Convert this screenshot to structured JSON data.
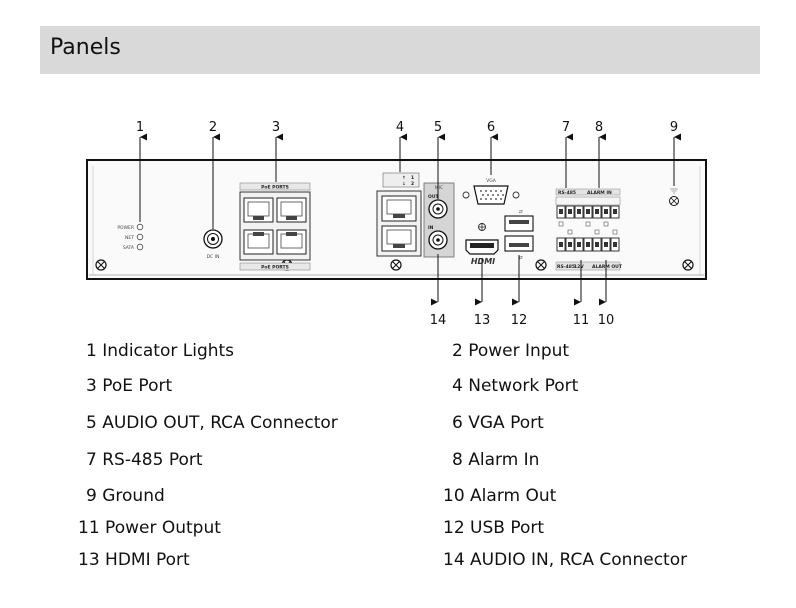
{
  "header": {
    "title": "Panels"
  },
  "panel": {
    "indicators": [
      "POWER",
      "NET",
      "SATA"
    ],
    "dc_in_label": "DC IN",
    "poe_label": "PoE PORTS",
    "mic_label": "MIC",
    "out_label": "OUT",
    "in_label": "IN",
    "vga_label": "VGA",
    "hdmi_label": "HDMI",
    "rs485_label": "RS-485",
    "alarm_in_label": "ALARM IN",
    "power_out_label": "12V",
    "alarm_out_label": "ALARM OUT",
    "net_port_labels": [
      "1",
      "2"
    ]
  },
  "callouts_top": [
    "1",
    "2",
    "3",
    "4",
    "5",
    "6",
    "7",
    "8",
    "9"
  ],
  "callouts_bottom": [
    "14",
    "13",
    "12",
    "11",
    "10"
  ],
  "legend": [
    {
      "num": "1",
      "label": "Indicator Lights"
    },
    {
      "num": "2",
      "label": "Power Input"
    },
    {
      "num": "3",
      "label": "PoE Port"
    },
    {
      "num": "4",
      "label": "Network Port"
    },
    {
      "num": "5",
      "label": "AUDIO OUT, RCA Connector"
    },
    {
      "num": "6",
      "label": "VGA Port"
    },
    {
      "num": "7",
      "label": "RS-485 Port"
    },
    {
      "num": "8",
      "label": "Alarm In"
    },
    {
      "num": "9",
      "label": "Ground"
    },
    {
      "num": "10",
      "label": "Alarm Out"
    },
    {
      "num": "11",
      "label": "Power Output"
    },
    {
      "num": "12",
      "label": "USB Port"
    },
    {
      "num": "13",
      "label": "HDMI Port"
    },
    {
      "num": "14",
      "label": "AUDIO IN, RCA Connector"
    }
  ]
}
